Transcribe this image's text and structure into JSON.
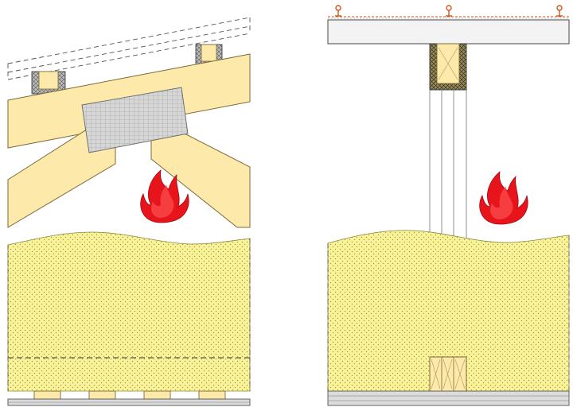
{
  "diagram": {
    "panels": [
      {
        "id": "left",
        "subject": "pitched-roof-rafters-with-ceiling"
      },
      {
        "id": "right",
        "subject": "flat-roof-beam-on-post"
      }
    ],
    "colors": {
      "timber": "#fde9a9",
      "timber_stroke": "#7a6a3a",
      "insulation": "#fbf39a",
      "insulation_dots": "#9a9a40",
      "mesh": "#c9c9c9",
      "flame": "#e8141b",
      "flame_light": "#ff6a6a",
      "fixings": "#d2541b",
      "line": "#444444"
    },
    "icons": [
      "flame-icon",
      "flame-icon"
    ]
  }
}
